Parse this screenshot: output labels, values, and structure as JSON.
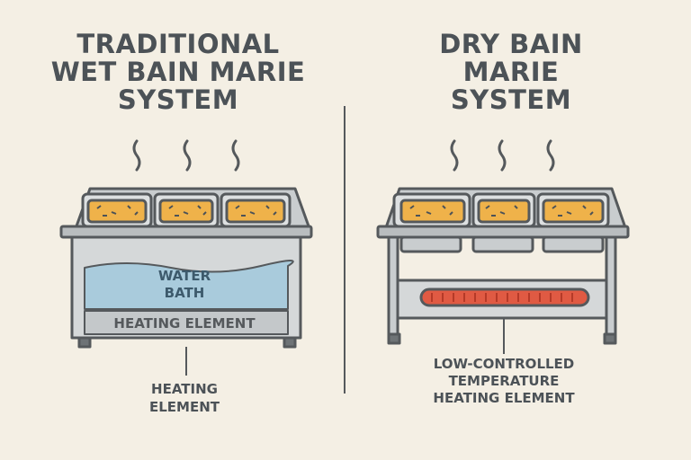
{
  "left_panel": {
    "title": "TRADITIONAL\nWET BAIN MARIE\nSYSTEM",
    "water_label": "WATER\nBATH",
    "inner_heating_label": "HEATING ELEMENT",
    "caption": "HEATING\nELEMENT"
  },
  "right_panel": {
    "title": "DRY BAIN\nMARIE\nSYSTEM",
    "caption": "LOW-CONTROLLED\nTEMPERATURE\nHEATING ELEMENT"
  },
  "colors": {
    "background": "#f4efe4",
    "steel": "#b9bdbf",
    "outline": "#55595c",
    "food": "#efb24a",
    "water": "#a9cbdc",
    "heater_red": "#e05a43"
  }
}
